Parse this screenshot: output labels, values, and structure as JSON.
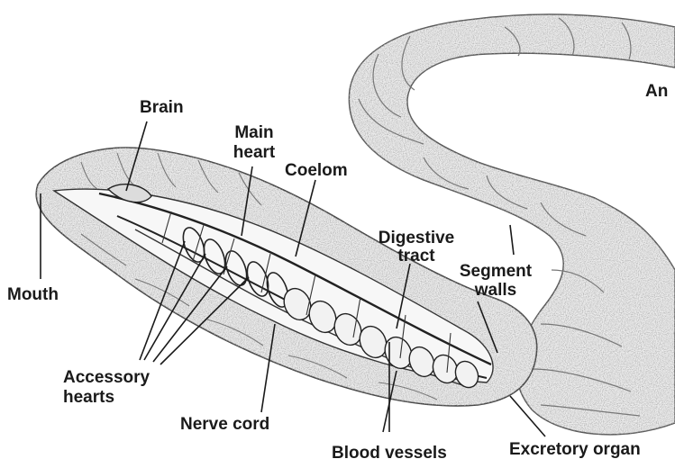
{
  "labels": {
    "brain": "Brain",
    "main_heart_1": "Main",
    "main_heart_2": "heart",
    "coelom": "Coelom",
    "mouth": "Mouth",
    "digestive_tract_1": "Digestive",
    "digestive_tract_2": "tract",
    "segment_walls_1": "Segment",
    "segment_walls_2": "walls",
    "accessory_hearts_1": "Accessory",
    "accessory_hearts_2": "hearts",
    "nerve_cord": "Nerve cord",
    "blood_vessels": "Blood vessels",
    "excretory_organ": "Excretory organ",
    "cropped_label": "An"
  },
  "colors": {
    "ink": "#1a1a1a",
    "stipple": "#9a9a9a",
    "body_fill": "#e9e9e9"
  }
}
